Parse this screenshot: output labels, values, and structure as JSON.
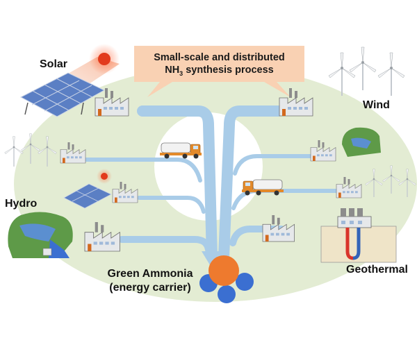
{
  "banner": {
    "line1": "Small-scale and distributed",
    "line2_prefix": "NH",
    "line2_sub": "3",
    "line2_suffix": " synthesis process"
  },
  "labels": {
    "solar": "Solar",
    "wind": "Wind",
    "hydro": "Hydro",
    "geothermal": "Geothermal",
    "ammonia_line1": "Green Ammonia",
    "ammonia_line2": "(energy carrier)"
  },
  "colors": {
    "background_ellipse": "#e3ecd3",
    "flow_arrows": "#a9cce8",
    "banner": "#f9d1b3",
    "ammonia_nitrogen": "#ee7a2e",
    "ammonia_hydrogen": "#3b6fd1",
    "sun": "#e23a1c",
    "truck": "#e38a2a",
    "solar_panel": "#5b7fc4",
    "geothermal_pipe_hot": "#d9342b",
    "geothermal_pipe_cold": "#3363b8"
  }
}
